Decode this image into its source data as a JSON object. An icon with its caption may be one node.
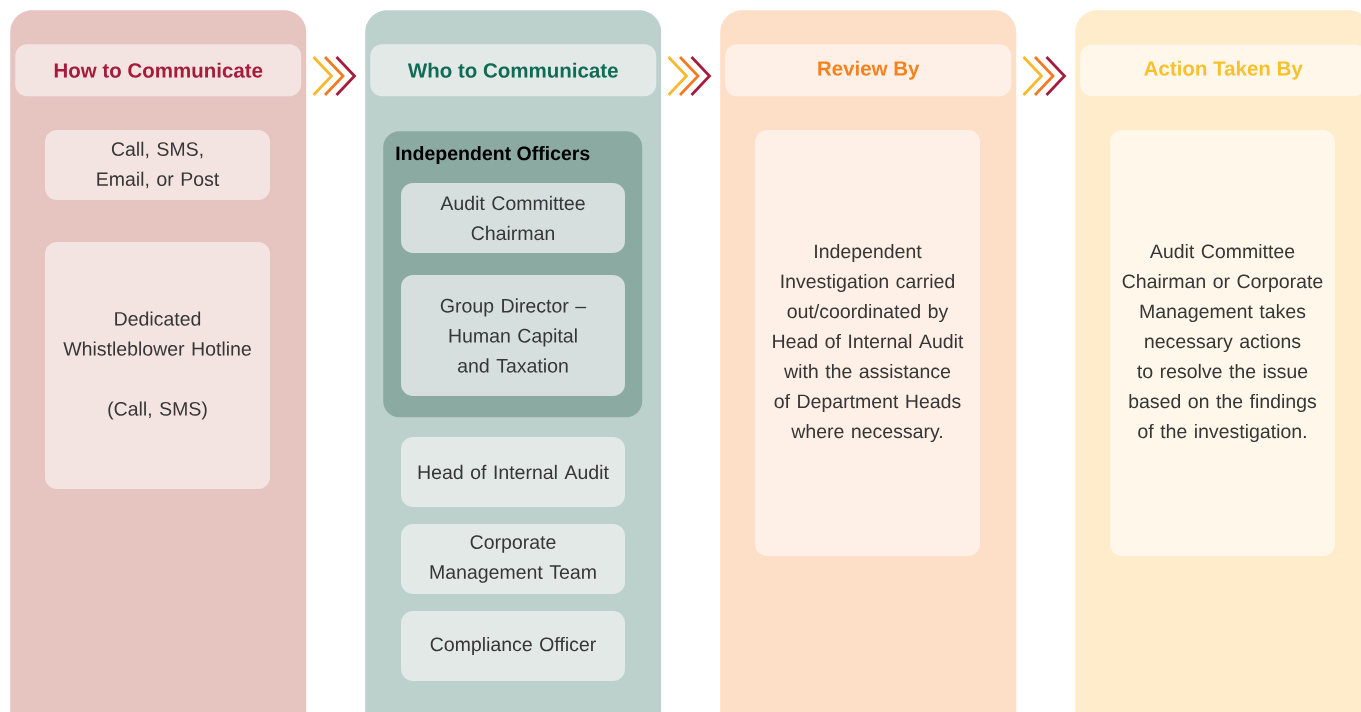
{
  "diagram": {
    "nodes": [
      {
        "text": [
          "How to Communicate"
        ]
      },
      {
        "text": [
          "Call, SMS, Email, or Post"
        ],
        "in": 0
      },
      {
        "text": [
          "Dedicated Whistleblower Hotline",
          "(Call, SMS)"
        ],
        "in": 0
      },
      {
        "text": [
          "Who to Communicate"
        ]
      },
      {
        "text": [
          "Independent Officers"
        ],
        "in": 3
      },
      {
        "text": [
          "Audit Committee Chairman"
        ],
        "in": 4
      },
      {
        "text": [
          "Group Director – Human Capital and Taxation"
        ],
        "in": 4
      },
      {
        "text": [
          "Head of Internal Audit"
        ],
        "in": 3
      },
      {
        "text": [
          "Corporate Management Team"
        ],
        "in": 3
      },
      {
        "text": [
          "Compliance Officer"
        ],
        "in": 3
      },
      {
        "text": [
          "Review By"
        ]
      },
      {
        "text": [
          "Independent Investigation carried out/coordinated by Head of Internal Audit with the assistance of Department Heads where necessary."
        ],
        "in": 10
      },
      {
        "text": [
          "Action Taken By"
        ]
      },
      {
        "text": [
          "Audit Committee Chairman or Corporate Management takes necessary actions to resolve the issue based on the findings of the investigation."
        ],
        "in": 12
      }
    ],
    "edges": [
      {
        "from": 0,
        "to": 3,
        "arrow": "to"
      },
      {
        "from": 3,
        "to": 10,
        "arrow": "to"
      },
      {
        "from": 10,
        "to": 12,
        "arrow": "to"
      }
    ]
  }
}
